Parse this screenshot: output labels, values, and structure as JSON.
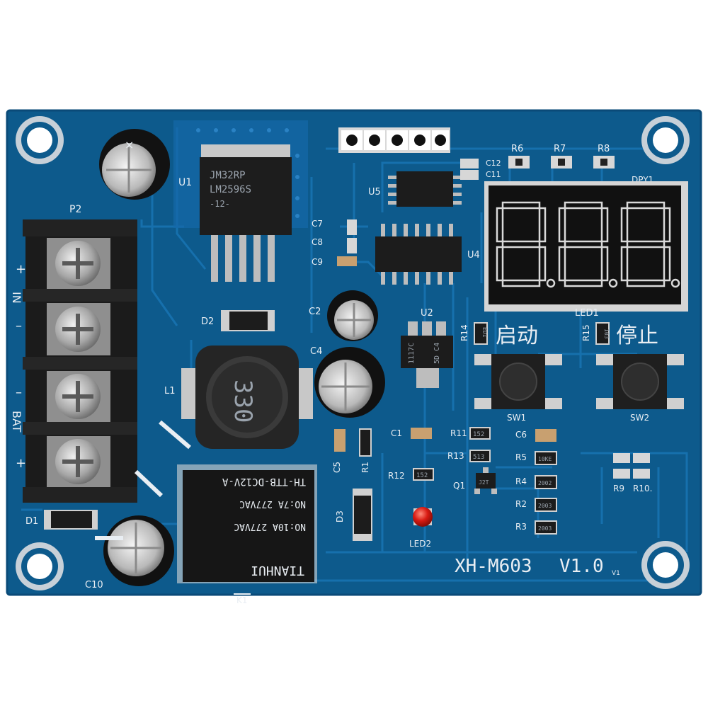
{
  "board": {
    "model": "XH-M603",
    "version": "V1.0",
    "version_small": "V1",
    "colors": {
      "pcb": "#0d5a8c",
      "pcb_edge": "#0a4a78",
      "trace": "#1469a3",
      "silkscreen": "#e9eef3",
      "terminal": "#1b1b1b",
      "display_segment": "#d9d9d9",
      "led": "#d91a12"
    }
  },
  "labels": {
    "u1": "U1",
    "p2": "P2",
    "d1": "D1",
    "d2": "D2",
    "d3": "D3",
    "l1": "L1",
    "c1": "C1",
    "c2": "C2",
    "c4": "C4",
    "c5": "C5",
    "c6": "C6",
    "c7": "C7",
    "c8": "C8",
    "c9": "C9",
    "c10": "C10",
    "c11": "C11",
    "c12": "C12",
    "u2": "U2",
    "u4": "U4",
    "u5": "U5",
    "r1": "R1",
    "r2": "R2",
    "r3": "R3",
    "r4": "R4",
    "r5": "R5",
    "r6": "R6",
    "r7": "R7",
    "r8": "R8",
    "r9": "R9",
    "r10": "R10.",
    "r11": "R11",
    "r12": "R12",
    "r13": "R13",
    "r14": "R14",
    "r15": "R15",
    "q1": "Q1",
    "sw1": "SW1",
    "sw2": "SW2",
    "led1": "LED1",
    "led2": "LED2",
    "dpy1": "DPY1",
    "k1": "K1"
  },
  "terminal_labels": {
    "in": "IN",
    "bat": "BAT",
    "plus_top": "+",
    "minus_top": "–",
    "minus_bottom": "–",
    "plus_bottom": "+"
  },
  "buttons": {
    "start": "启动",
    "stop": "停止"
  },
  "chips": {
    "u1_line1": "JM32RP",
    "u1_line2": "LM2596S",
    "u1_line3": "-12-",
    "u2_line1": "1117C",
    "u2_line2": "5D C4"
  },
  "inductor": {
    "value": "330"
  },
  "relay": {
    "model": "TH-TTB-DC12V-A",
    "rating1": "NO:7A   277VAC",
    "rating2": "NO:10A  277VAC",
    "brand": "TIANHUI"
  },
  "resistor_codes": {
    "r11": "152",
    "r13": "513",
    "r12": "152",
    "r5": "10KE",
    "r4": "2002",
    "r2": "2003",
    "r3": "2003",
    "q1": "J2T",
    "r14": "ED1",
    "r15": "103"
  },
  "display": {
    "digits": [
      "8.",
      "8.",
      "8."
    ]
  }
}
